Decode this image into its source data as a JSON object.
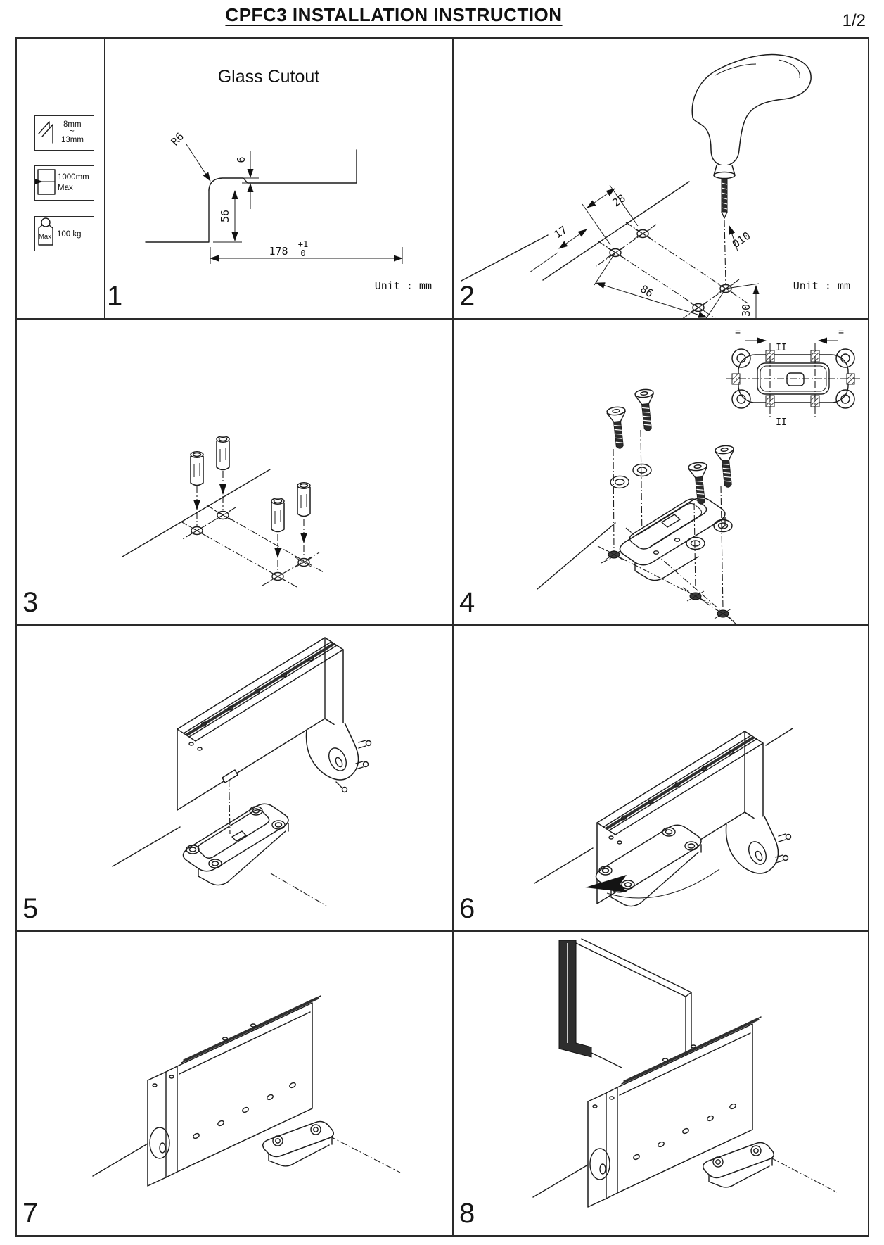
{
  "page": {
    "title": "CPFC3 INSTALLATION INSTRUCTION",
    "page_number": "1/2"
  },
  "panels": {
    "p1": {
      "number": "1",
      "title": "Glass Cutout",
      "unit": "Unit : mm",
      "dims": {
        "radius": "R6",
        "step": "6",
        "height": "56",
        "width": "178",
        "tol_plus": "+1",
        "tol_minus": "0"
      },
      "icons": {
        "thickness": {
          "min": "8mm",
          "tilde": "~",
          "max": "13mm"
        },
        "door_width": {
          "value": "1000mm",
          "label": "Max"
        },
        "weight": {
          "label": "Max",
          "value": "100 kg"
        }
      }
    },
    "p2": {
      "number": "2",
      "unit": "Unit : mm",
      "dims": {
        "d28": "28",
        "d17": "17",
        "d86": "86",
        "dia": "Ø10",
        "d30": "30"
      }
    },
    "p3": {
      "number": "3"
    },
    "p4": {
      "number": "4",
      "marks": {
        "eq_left": "=",
        "eq_right": "=",
        "par_top": "II",
        "par_bottom": "II"
      }
    },
    "p5": {
      "number": "5"
    },
    "p6": {
      "number": "6"
    },
    "p7": {
      "number": "7"
    },
    "p8": {
      "number": "8"
    }
  }
}
